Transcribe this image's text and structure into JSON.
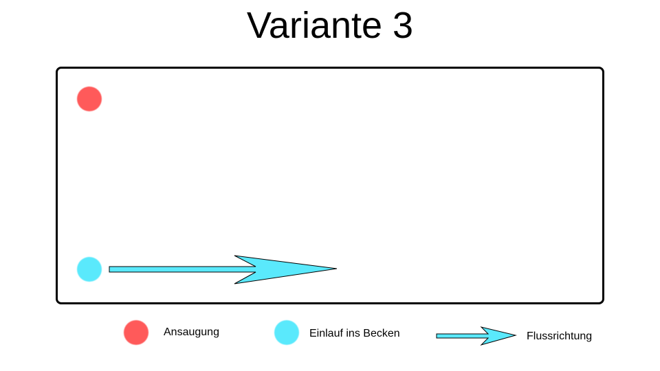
{
  "title": "Variante 3",
  "colors": {
    "intake": "#ff5a5a",
    "inlet": "#5ae9fc",
    "arrow": "#5ae9fc"
  },
  "legend": [
    {
      "icon": "red-dot",
      "label": "Ansaugung"
    },
    {
      "icon": "cyan-dot",
      "label": "Einlauf ins Becken"
    },
    {
      "icon": "arrow",
      "label": "Flussrichtung"
    }
  ]
}
